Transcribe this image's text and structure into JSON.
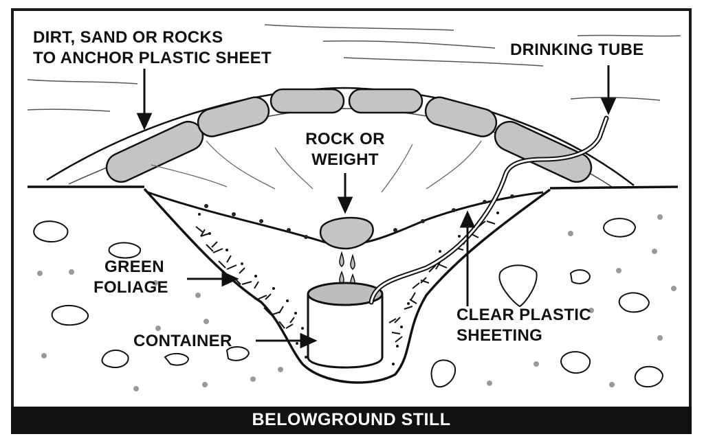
{
  "labels": {
    "anchor_line1": "DIRT, SAND OR ROCKS",
    "anchor_line2": "TO ANCHOR PLASTIC SHEET",
    "drinking_tube": "DRINKING TUBE",
    "rock_line1": "ROCK OR",
    "rock_line2": "WEIGHT",
    "foliage_line1": "GREEN",
    "foliage_line2": "FOLIAGE",
    "container": "CONTAINER",
    "sheeting_line1": "CLEAR PLASTIC",
    "sheeting_line2": "SHEETING"
  },
  "banner": {
    "title": "BELOWGROUND STILL"
  },
  "colors": {
    "ink": "#111111",
    "stone_fill": "#c4c4c4",
    "water_fill": "#bdbdbd",
    "soil_dots": "#9a9a9a",
    "banner_bg": "#111111",
    "banner_text": "#ffffff"
  }
}
